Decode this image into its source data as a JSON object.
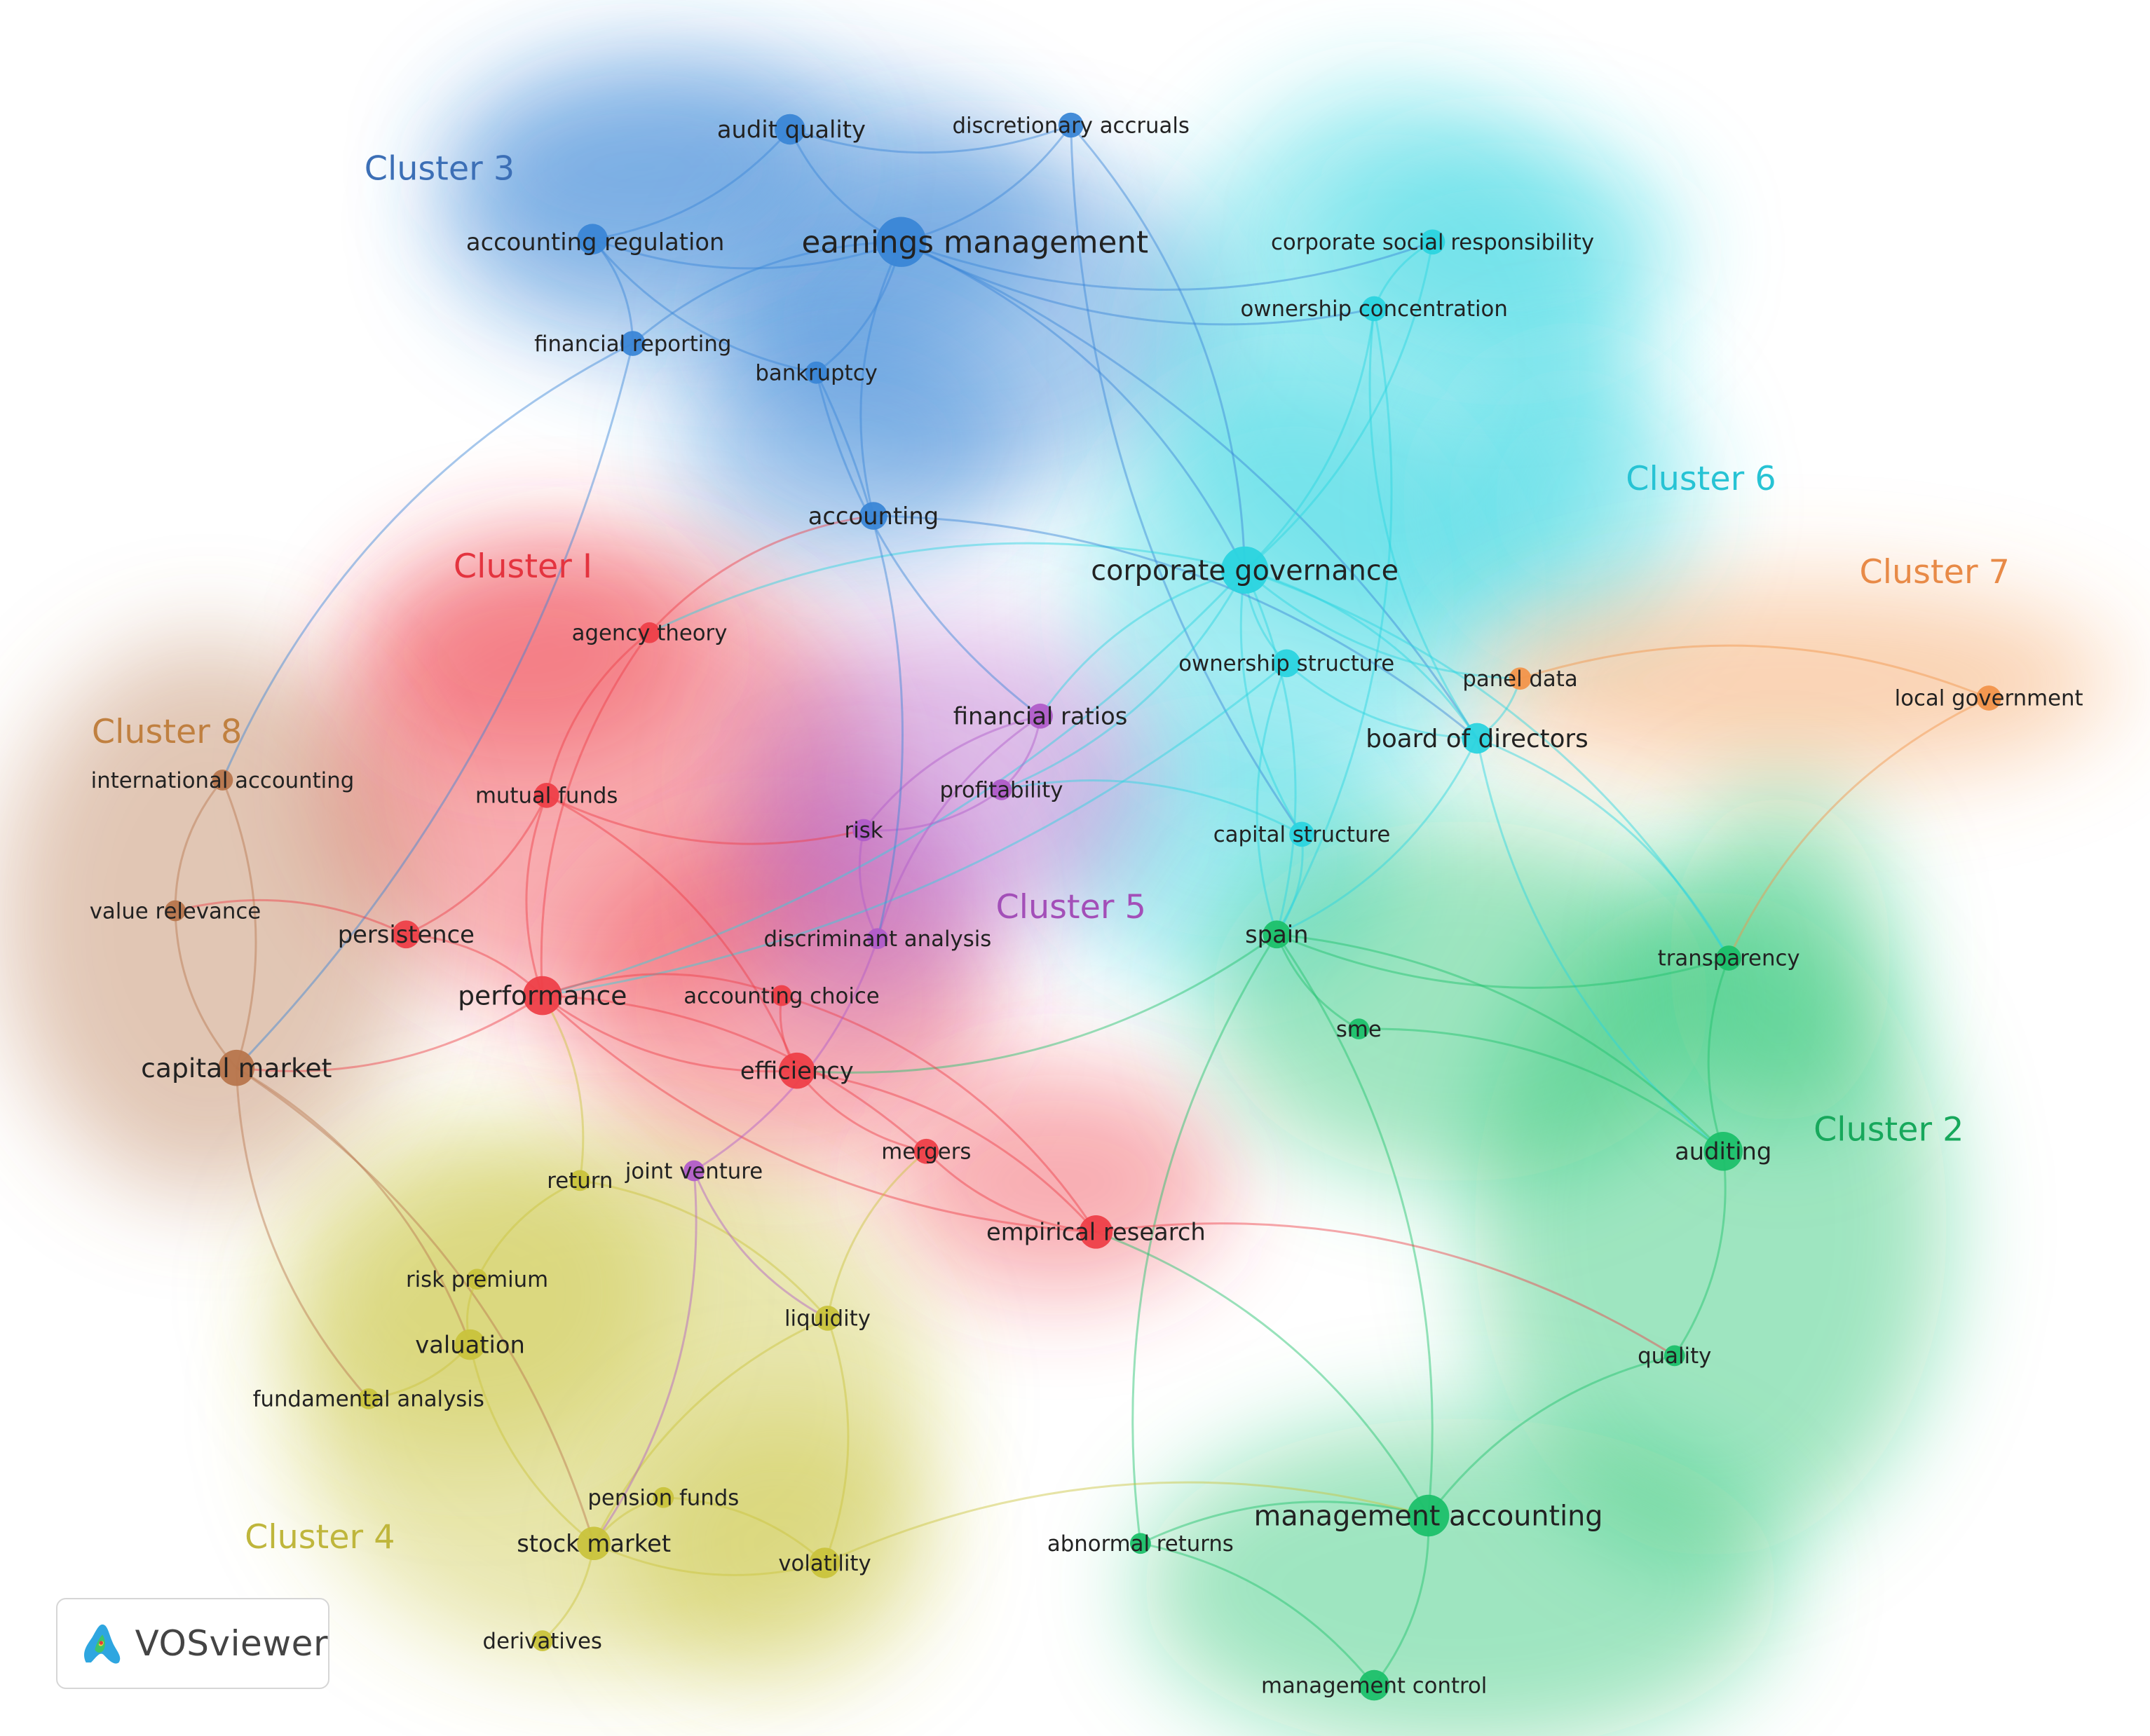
{
  "app": {
    "logo_text": "VOSviewer",
    "logo_icon": "vosviewer-logo-icon"
  },
  "colors": {
    "cluster_1": "#ee3f48",
    "cluster_2": "#1cc06a",
    "cluster_3": "#3a86d6",
    "cluster_4": "#c9c33c",
    "cluster_5": "#b05cc9",
    "cluster_6": "#2bd4df",
    "cluster_7": "#f2944a",
    "cluster_8": "#b7764d"
  },
  "clusters": [
    {
      "id": "c1",
      "label": "Cluster I",
      "color": "#e4343f"
    },
    {
      "id": "c2",
      "label": "Cluster 2",
      "color": "#17a85c"
    },
    {
      "id": "c3",
      "label": "Cluster 3",
      "color": "#3c6fb6"
    },
    {
      "id": "c4",
      "label": "Cluster 4",
      "color": "#bfb63c"
    },
    {
      "id": "c5",
      "label": "Cluster 5",
      "color": "#a34fb8"
    },
    {
      "id": "c6",
      "label": "Cluster 6",
      "color": "#27c3d4"
    },
    {
      "id": "c7",
      "label": "Cluster 7",
      "color": "#e88a47"
    },
    {
      "id": "c8",
      "label": "Cluster 8",
      "color": "#c08040"
    }
  ],
  "nodes": [
    {
      "id": "audit_quality",
      "label": "audit quality",
      "cluster": "c3"
    },
    {
      "id": "discretionary_accruals",
      "label": "discretionary accruals",
      "cluster": "c3"
    },
    {
      "id": "accounting_regulation",
      "label": "accounting regulation",
      "cluster": "c3"
    },
    {
      "id": "earnings_management",
      "label": "earnings management",
      "cluster": "c3"
    },
    {
      "id": "financial_reporting",
      "label": "financial reporting",
      "cluster": "c3"
    },
    {
      "id": "bankruptcy",
      "label": "bankruptcy",
      "cluster": "c3"
    },
    {
      "id": "accounting",
      "label": "accounting",
      "cluster": "c3"
    },
    {
      "id": "csr",
      "label": "corporate social responsibility",
      "cluster": "c6"
    },
    {
      "id": "ownership_concentration",
      "label": "ownership concentration",
      "cluster": "c6"
    },
    {
      "id": "corporate_governance",
      "label": "corporate governance",
      "cluster": "c6"
    },
    {
      "id": "ownership_structure",
      "label": "ownership structure",
      "cluster": "c6"
    },
    {
      "id": "board_of_directors",
      "label": "board of directors",
      "cluster": "c6"
    },
    {
      "id": "capital_structure",
      "label": "capital structure",
      "cluster": "c6"
    },
    {
      "id": "spain",
      "label": "spain",
      "cluster": "c2"
    },
    {
      "id": "panel_data",
      "label": "panel data",
      "cluster": "c7"
    },
    {
      "id": "local_government",
      "label": "local government",
      "cluster": "c7"
    },
    {
      "id": "agency_theory",
      "label": "agency theory",
      "cluster": "c1"
    },
    {
      "id": "mutual_funds",
      "label": "mutual funds",
      "cluster": "c1"
    },
    {
      "id": "persistence",
      "label": "persistence",
      "cluster": "c1"
    },
    {
      "id": "performance",
      "label": "performance",
      "cluster": "c1"
    },
    {
      "id": "accounting_choice",
      "label": "accounting choice",
      "cluster": "c1"
    },
    {
      "id": "efficiency",
      "label": "efficiency",
      "cluster": "c1"
    },
    {
      "id": "mergers",
      "label": "mergers",
      "cluster": "c1"
    },
    {
      "id": "empirical_research",
      "label": "empirical research",
      "cluster": "c1"
    },
    {
      "id": "financial_ratios",
      "label": "financial ratios",
      "cluster": "c5"
    },
    {
      "id": "profitability",
      "label": "profitability",
      "cluster": "c5"
    },
    {
      "id": "risk",
      "label": "risk",
      "cluster": "c5"
    },
    {
      "id": "discriminant_analysis",
      "label": "discriminant analysis",
      "cluster": "c5"
    },
    {
      "id": "joint_venture",
      "label": "joint venture",
      "cluster": "c5"
    },
    {
      "id": "international_accounting",
      "label": "international accounting",
      "cluster": "c8"
    },
    {
      "id": "value_relevance",
      "label": "value relevance",
      "cluster": "c8"
    },
    {
      "id": "capital_market",
      "label": "capital market",
      "cluster": "c8"
    },
    {
      "id": "return",
      "label": "return",
      "cluster": "c4"
    },
    {
      "id": "risk_premium",
      "label": "risk premium",
      "cluster": "c4"
    },
    {
      "id": "valuation",
      "label": "valuation",
      "cluster": "c4"
    },
    {
      "id": "fundamental_analysis",
      "label": "fundamental analysis",
      "cluster": "c4"
    },
    {
      "id": "liquidity",
      "label": "liquidity",
      "cluster": "c4"
    },
    {
      "id": "pension_funds",
      "label": "pension funds",
      "cluster": "c4"
    },
    {
      "id": "stock_market",
      "label": "stock market",
      "cluster": "c4"
    },
    {
      "id": "volatility",
      "label": "volatility",
      "cluster": "c4"
    },
    {
      "id": "derivatives",
      "label": "derivatives",
      "cluster": "c4"
    },
    {
      "id": "sme",
      "label": "sme",
      "cluster": "c2"
    },
    {
      "id": "transparency",
      "label": "transparency",
      "cluster": "c2"
    },
    {
      "id": "auditing",
      "label": "auditing",
      "cluster": "c2"
    },
    {
      "id": "quality",
      "label": "quality",
      "cluster": "c2"
    },
    {
      "id": "management_accounting",
      "label": "management accounting",
      "cluster": "c2"
    },
    {
      "id": "abnormal_returns",
      "label": "abnormal returns",
      "cluster": "c2"
    },
    {
      "id": "management_control",
      "label": "management control",
      "cluster": "c2"
    }
  ]
}
